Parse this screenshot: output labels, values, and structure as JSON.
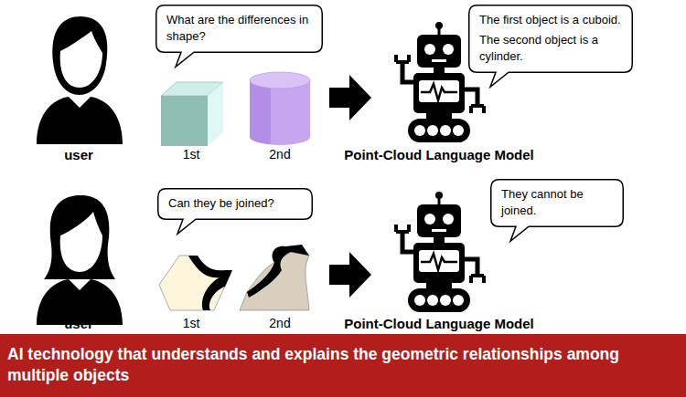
{
  "diagram": {
    "nodes": [
      {
        "text": [
          "What are the differences in shape?"
        ]
      },
      {
        "text": [
          "The first object is a cuboid.",
          "The second object is a cylinder."
        ]
      },
      {
        "text": [
          "Can they be joined?"
        ]
      },
      {
        "text": [
          "They cannot be joined."
        ]
      },
      {
        "text": [
          "AI technology that understands and explains the geometric relationships among multiple objects"
        ]
      }
    ],
    "labels": [
      "user",
      "1st",
      "2nd",
      "Point-Cloud Language Model",
      "user",
      "1st",
      "2nd",
      "Point-Cloud Language Model"
    ]
  }
}
